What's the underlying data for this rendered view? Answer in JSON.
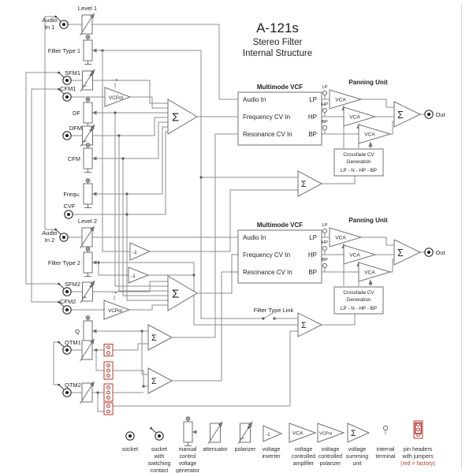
{
  "title": {
    "model": "A-121s",
    "sub1": "Stereo Filter",
    "sub2": "Internal Structure"
  },
  "io": {
    "audio_in_1a": "Audio",
    "audio_in_1b": "In 1",
    "level_1": "Level 1",
    "filter_type_1": "Filter Type 1",
    "sfm1": "SFM1",
    "cfm1": "CFM1",
    "df": "DF",
    "dfm": "DFM",
    "cfm": "CFM",
    "frequ": "Frequ.",
    "cvf": "CVF",
    "audio_in_2a": "Audio",
    "audio_in_2b": "In 2",
    "level_2": "Level 2",
    "filter_type_2": "Filter Type 2",
    "sfm2": "SFM2",
    "cfm2": "CFM2",
    "q": "Q",
    "qtm1": "QTM1",
    "qtm2": "QTM2",
    "out": "Out",
    "filter_type_link": "Filter Type Link"
  },
  "symbols": {
    "vcpol": "VCPol",
    "vca": "VCA",
    "sigma": "Σ",
    "inverter": "-1",
    "minus_plus": "- +"
  },
  "vcf": {
    "heading": "Multimode VCF",
    "in1": "Audio In",
    "in2": "Frequency CV In",
    "in3": "Resonance CV In",
    "out1": "LP",
    "out2": "HP",
    "out3": "BP"
  },
  "panning": {
    "heading": "Panning Unit",
    "crossfade1": "Crossfade CV",
    "crossfade2": "Generation",
    "crossfade3": "LP - N - HP - BP"
  },
  "legend": {
    "socket": [
      "socket"
    ],
    "socket_switching": [
      "socket",
      "with",
      "switching",
      "contact"
    ],
    "manual": [
      "manual",
      "control",
      "voltage",
      "generator"
    ],
    "attenuator": [
      "attenuator"
    ],
    "polarizer": [
      "polarizer"
    ],
    "inverter": [
      "voltage",
      "inverter"
    ],
    "vca": [
      "voltage",
      "controlled",
      "amplifier"
    ],
    "vcpol": [
      "voltage",
      "controlled",
      "polarizer"
    ],
    "summing": [
      "voltage",
      "summing",
      "unit"
    ],
    "terminal": [
      "internal",
      "terminal"
    ],
    "pin_headers": [
      "pin headers",
      "with jumpers"
    ],
    "pin_headers_red": "(red = factory)"
  },
  "colors": {
    "wire": "#8d8d8d",
    "component": "#6f6f6f",
    "socket": "#3a3a3a",
    "text": "#1e1e1e",
    "red": "#b23b32"
  }
}
